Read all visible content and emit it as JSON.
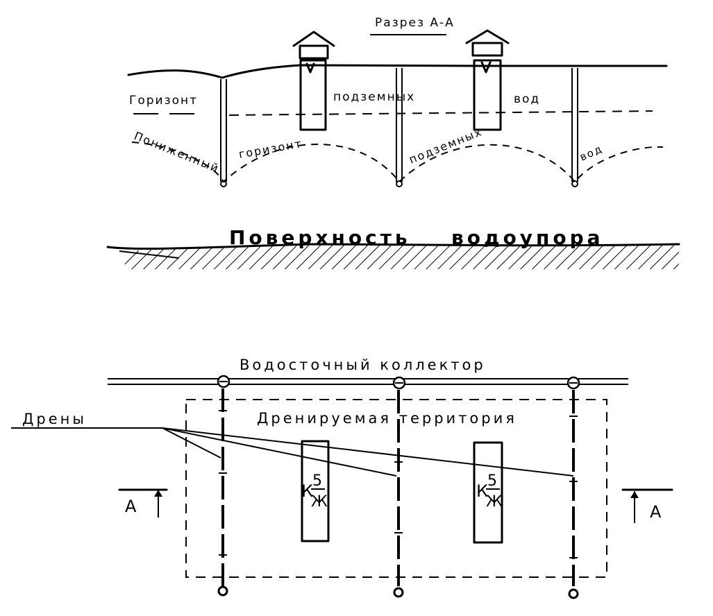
{
  "section": {
    "title": "Разрез А-А",
    "layer_labels": {
      "horizon_1": "Горизонт",
      "horizon_2": "подземных",
      "horizon_3": "вод",
      "lowered_1": "Пониженный",
      "lowered_2": "горизонт",
      "lowered_3": "подземных",
      "lowered_4": "вод"
    },
    "aquiclude": {
      "word_1": "Поверхность",
      "word_2": "водоупора"
    }
  },
  "plan": {
    "collector_label": "Водосточный коллектор",
    "territory_label": "Дренируемая территория",
    "drains_label": "Дрены",
    "section_mark_left": "А",
    "section_mark_right": "А",
    "buildings": [
      {
        "mark_letter": "К",
        "mark_top": "5",
        "mark_bottom": "Ж"
      },
      {
        "mark_letter": "К",
        "mark_top": "5",
        "mark_bottom": "Ж"
      }
    ]
  }
}
